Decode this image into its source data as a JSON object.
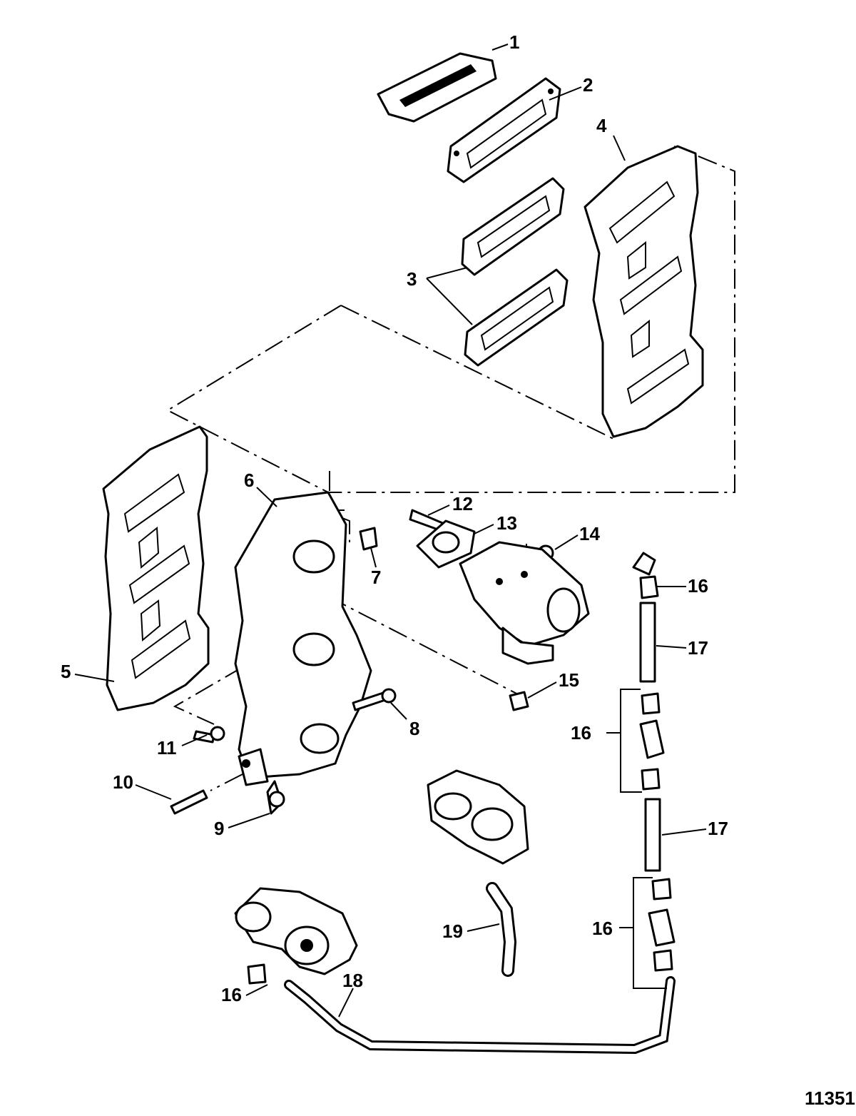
{
  "figure_number": "11351",
  "callouts": [
    {
      "id": "c1",
      "label": "1"
    },
    {
      "id": "c2",
      "label": "2"
    },
    {
      "id": "c3",
      "label": "3"
    },
    {
      "id": "c4",
      "label": "4"
    },
    {
      "id": "c5",
      "label": "5"
    },
    {
      "id": "c6",
      "label": "6"
    },
    {
      "id": "c7",
      "label": "7"
    },
    {
      "id": "c8",
      "label": "8"
    },
    {
      "id": "c9",
      "label": "9"
    },
    {
      "id": "c10",
      "label": "10"
    },
    {
      "id": "c11",
      "label": "11"
    },
    {
      "id": "c12",
      "label": "12"
    },
    {
      "id": "c13",
      "label": "13"
    },
    {
      "id": "c14",
      "label": "14"
    },
    {
      "id": "c15",
      "label": "15"
    },
    {
      "id": "c16a",
      "label": "16"
    },
    {
      "id": "c16b",
      "label": "16"
    },
    {
      "id": "c16c",
      "label": "16"
    },
    {
      "id": "c16d",
      "label": "16"
    },
    {
      "id": "c17a",
      "label": "17"
    },
    {
      "id": "c17b",
      "label": "17"
    },
    {
      "id": "c18",
      "label": "18"
    },
    {
      "id": "c19",
      "label": "19"
    }
  ]
}
